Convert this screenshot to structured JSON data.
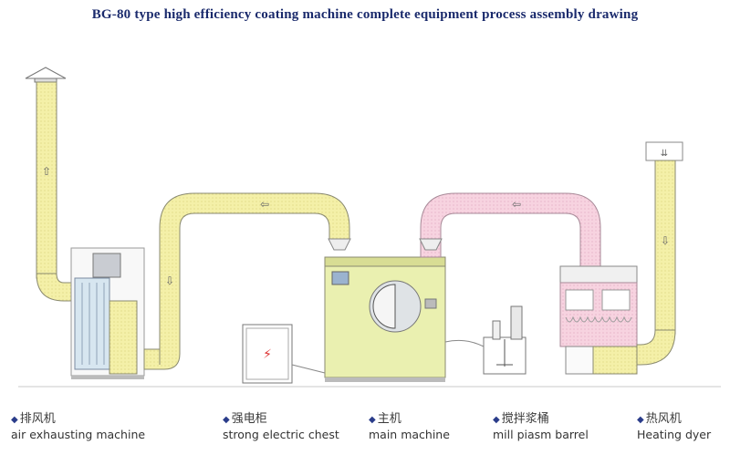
{
  "title": "BG-80 type high efficiency coating machine complete equipment process assembly drawing",
  "colors": {
    "duct_yellow": "#f4f0a8",
    "duct_pink": "#f7d3e0",
    "machine_green": "#eaf0b0",
    "line": "#8a8a70",
    "title_blue": "#1a2a6c"
  },
  "legend": [
    {
      "cn": "排风机",
      "en": "air exhausting machine"
    },
    {
      "cn": "强电柜",
      "en": "strong electric chest"
    },
    {
      "cn": "主机",
      "en": "main machine"
    },
    {
      "cn": "搅拌浆桶",
      "en": "mill piasm barrel"
    },
    {
      "cn": "热风机",
      "en": "Heating dyer"
    }
  ]
}
